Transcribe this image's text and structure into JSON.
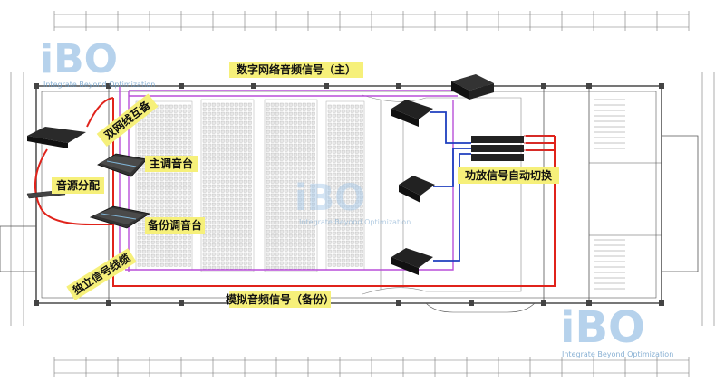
{
  "labels": {
    "digital_main": "数字网络音频信号（主）",
    "dual_network_backup": "双网线互备",
    "main_console": "主调音台",
    "source_distribution": "音源分配",
    "backup_console": "备份调音台",
    "independent_cable": "独立信号线缆",
    "analog_backup": "模拟音频信号（备份）",
    "amp_auto_switch": "功放信号自动切换"
  },
  "logo": {
    "text": "iBO",
    "tagline": "Integrate Beyond Optimization"
  },
  "colors": {
    "callout_bg": "#f6f07a",
    "digital_line": "#b84fd8",
    "analog_line": "#e0231b",
    "amp_line": "#1e3fbf",
    "logo_blue": "#9ec3e6"
  }
}
